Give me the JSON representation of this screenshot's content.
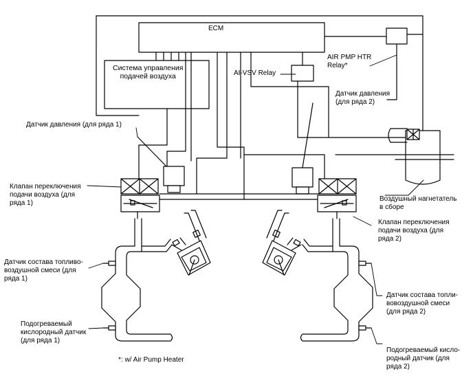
{
  "labels": {
    "ecm": "ECM",
    "air_system": "Система управления\nподачей воздуха",
    "ai_vsv_relay": "AI-VSV Relay",
    "air_pmp_htr_relay": "AIR PMP HTR\nRelay*",
    "pressure_sensor_bank1": "Датчик давления (для ряда 1)",
    "pressure_sensor_bank2": "Датчик давления\n(для ряда 2)",
    "switching_valve_bank1": "Клапан переключения\nподачи воздуха (для\nряда 1)",
    "switching_valve_bank2": "Клапан переключения\nподачи воздуха (для\nряда 2)",
    "air_pump_assembly": "Воздушный нагнетатель\nв сборе",
    "af_sensor_bank1": "Датчик состава топливо-\nвоздушной смеси (для\nряда 1)",
    "af_sensor_bank2": "Датчик состава топли-\nвовоздушной смеси\n(для ряда 2)",
    "o2_sensor_bank1": "Подогреваемый\nкислородный датчик\n(для ряда 1)",
    "o2_sensor_bank2": "Подогреваемый кисло-\nродный датчик (для\nряда 2)",
    "footnote": "*: w/ Air Pump Heater"
  }
}
